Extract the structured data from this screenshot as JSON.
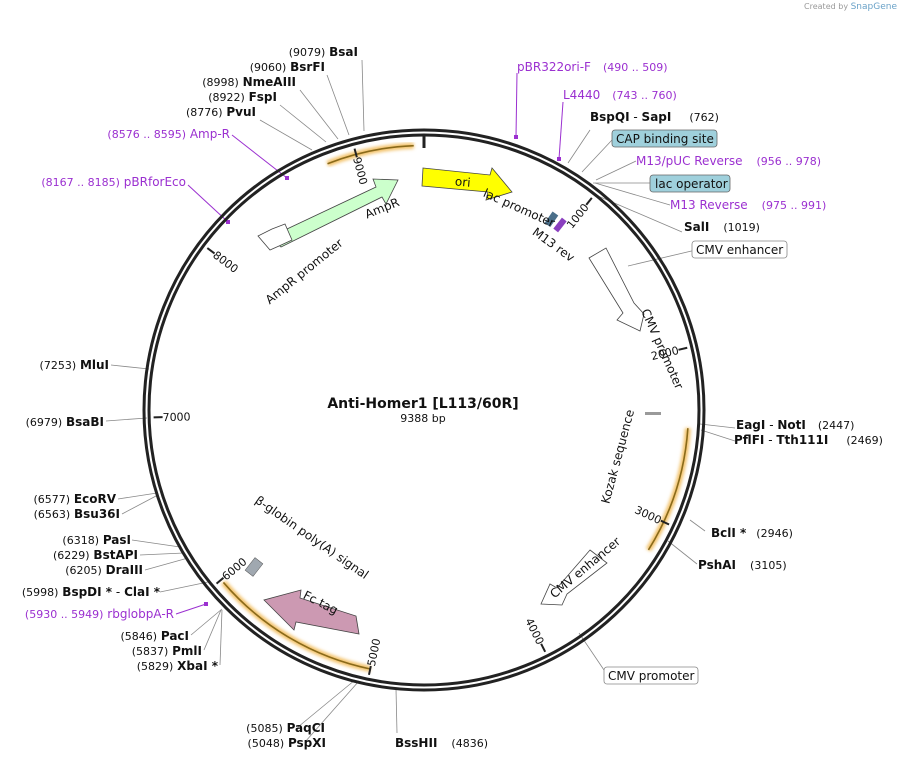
{
  "branding": {
    "prefix": "Created by",
    "name": "SnapGene"
  },
  "plasmid": {
    "name": "Anti-Homer1 [L113/60R]",
    "length_label": "9388 bp",
    "length": 9388
  },
  "ticks": [
    {
      "label": "1000",
      "pos": 1000
    },
    {
      "label": "2000",
      "pos": 2000
    },
    {
      "label": "3000",
      "pos": 3000
    },
    {
      "label": "4000",
      "pos": 4000
    },
    {
      "label": "5000",
      "pos": 5000
    },
    {
      "label": "6000",
      "pos": 6000
    },
    {
      "label": "7000",
      "pos": 7000
    },
    {
      "label": "8000",
      "pos": 8000
    },
    {
      "label": "9000",
      "pos": 9000
    }
  ],
  "features": [
    {
      "name": "ori",
      "start": 130,
      "end": 720,
      "color": "#ffff00"
    },
    {
      "name": "AmpR",
      "start": 8590,
      "end": 9300,
      "color": "#ccffcc"
    },
    {
      "name": "AmpR promoter",
      "start": 8250,
      "end": 8590,
      "color": "#ffffff"
    },
    {
      "name": "lac promoter",
      "start": 920,
      "end": 950,
      "color": "#4a6f8a"
    },
    {
      "name": "M13 rev",
      "start": 960,
      "end": 980,
      "color": "#8a3fbf"
    },
    {
      "name": "CMV promoter",
      "start": 1350,
      "end": 1830,
      "color": "#ffffff"
    },
    {
      "name": "Kozak sequence",
      "start": 2380,
      "end": 2395,
      "color": "#9a9a9a"
    },
    {
      "name": "CMV enhancer",
      "start": 3550,
      "end": 3920,
      "color": "#ffffff"
    },
    {
      "name": "Fc tag",
      "start": 5460,
      "end": 5900,
      "color": "#cc99b2"
    },
    {
      "name": "β-globin poly(A) signal",
      "start": 6010,
      "end": 6060,
      "color": "#a0a8b0"
    }
  ],
  "orfs": [
    {
      "start": 8830,
      "end": 9330
    },
    {
      "start": 2450,
      "end": 3180
    },
    {
      "start": 5000,
      "end": 5980
    }
  ],
  "enzymes": [
    {
      "name": "BsaI",
      "pos": "(9079)"
    },
    {
      "name": "BsrFI",
      "pos": "(9060)"
    },
    {
      "name": "NmeAIII",
      "pos": "(8998)"
    },
    {
      "name": "FspI",
      "pos": "(8922)"
    },
    {
      "name": "PvuI",
      "pos": "(8776)"
    },
    {
      "name": "BspQI",
      "sep": "-",
      "name2": "SapI",
      "pos": "(762)"
    },
    {
      "name": "SalI",
      "pos": "(1019)"
    },
    {
      "name": "EagI",
      "sep": "-",
      "name2": "NotI",
      "pos": "(2447)"
    },
    {
      "name": "PflFI",
      "sep": "-",
      "name2": "Tth111I",
      "pos": "(2469)"
    },
    {
      "name": "BclI *",
      "pos": "(2946)"
    },
    {
      "name": "PshAI",
      "pos": "(3105)"
    },
    {
      "name": "BssHII",
      "pos": "(4836)"
    },
    {
      "name": "PaqCI",
      "pos": "(5085)"
    },
    {
      "name": "PspXI",
      "pos": "(5048)"
    },
    {
      "name": "XbaI *",
      "pos": "(5829)"
    },
    {
      "name": "PmlI",
      "pos": "(5837)"
    },
    {
      "name": "PacI",
      "pos": "(5846)"
    },
    {
      "name": "BspDI *",
      "sep": "-",
      "name2": "ClaI *",
      "pos": "(5998)"
    },
    {
      "name": "DraIII",
      "pos": "(6205)"
    },
    {
      "name": "BstAPI",
      "pos": "(6229)"
    },
    {
      "name": "PasI",
      "pos": "(6318)"
    },
    {
      "name": "Bsu36I",
      "pos": "(6563)"
    },
    {
      "name": "EcoRV",
      "pos": "(6577)"
    },
    {
      "name": "BsaBI",
      "pos": "(6979)"
    },
    {
      "name": "MluI",
      "pos": "(7253)"
    }
  ],
  "primers": [
    {
      "name": "pBR322ori-F",
      "range": "(490 .. 509)"
    },
    {
      "name": "L4440",
      "range": "(743 .. 760)"
    },
    {
      "name": "M13/pUC Reverse",
      "range": "(956 .. 978)"
    },
    {
      "name": "M13 Reverse",
      "range": "(975 .. 991)"
    },
    {
      "name": "Amp-R",
      "range": "(8576 .. 8595)"
    },
    {
      "name": "pBRforEco",
      "range": "(8167 .. 8185)"
    },
    {
      "name": "rbglobpA-R",
      "range": "(5930 .. 5949)"
    }
  ],
  "callouts": [
    {
      "name": "CAP binding site",
      "style": "filled"
    },
    {
      "name": "lac operator",
      "style": "filled"
    },
    {
      "name": "CMV enhancer",
      "style": "outline"
    },
    {
      "name": "CMV promoter",
      "style": "outline"
    }
  ],
  "colors": {
    "primer": "#9b30d0",
    "callout_fill": "#9fd0dc",
    "backbone": "#222222",
    "orf_glow": "#f3c26b"
  }
}
